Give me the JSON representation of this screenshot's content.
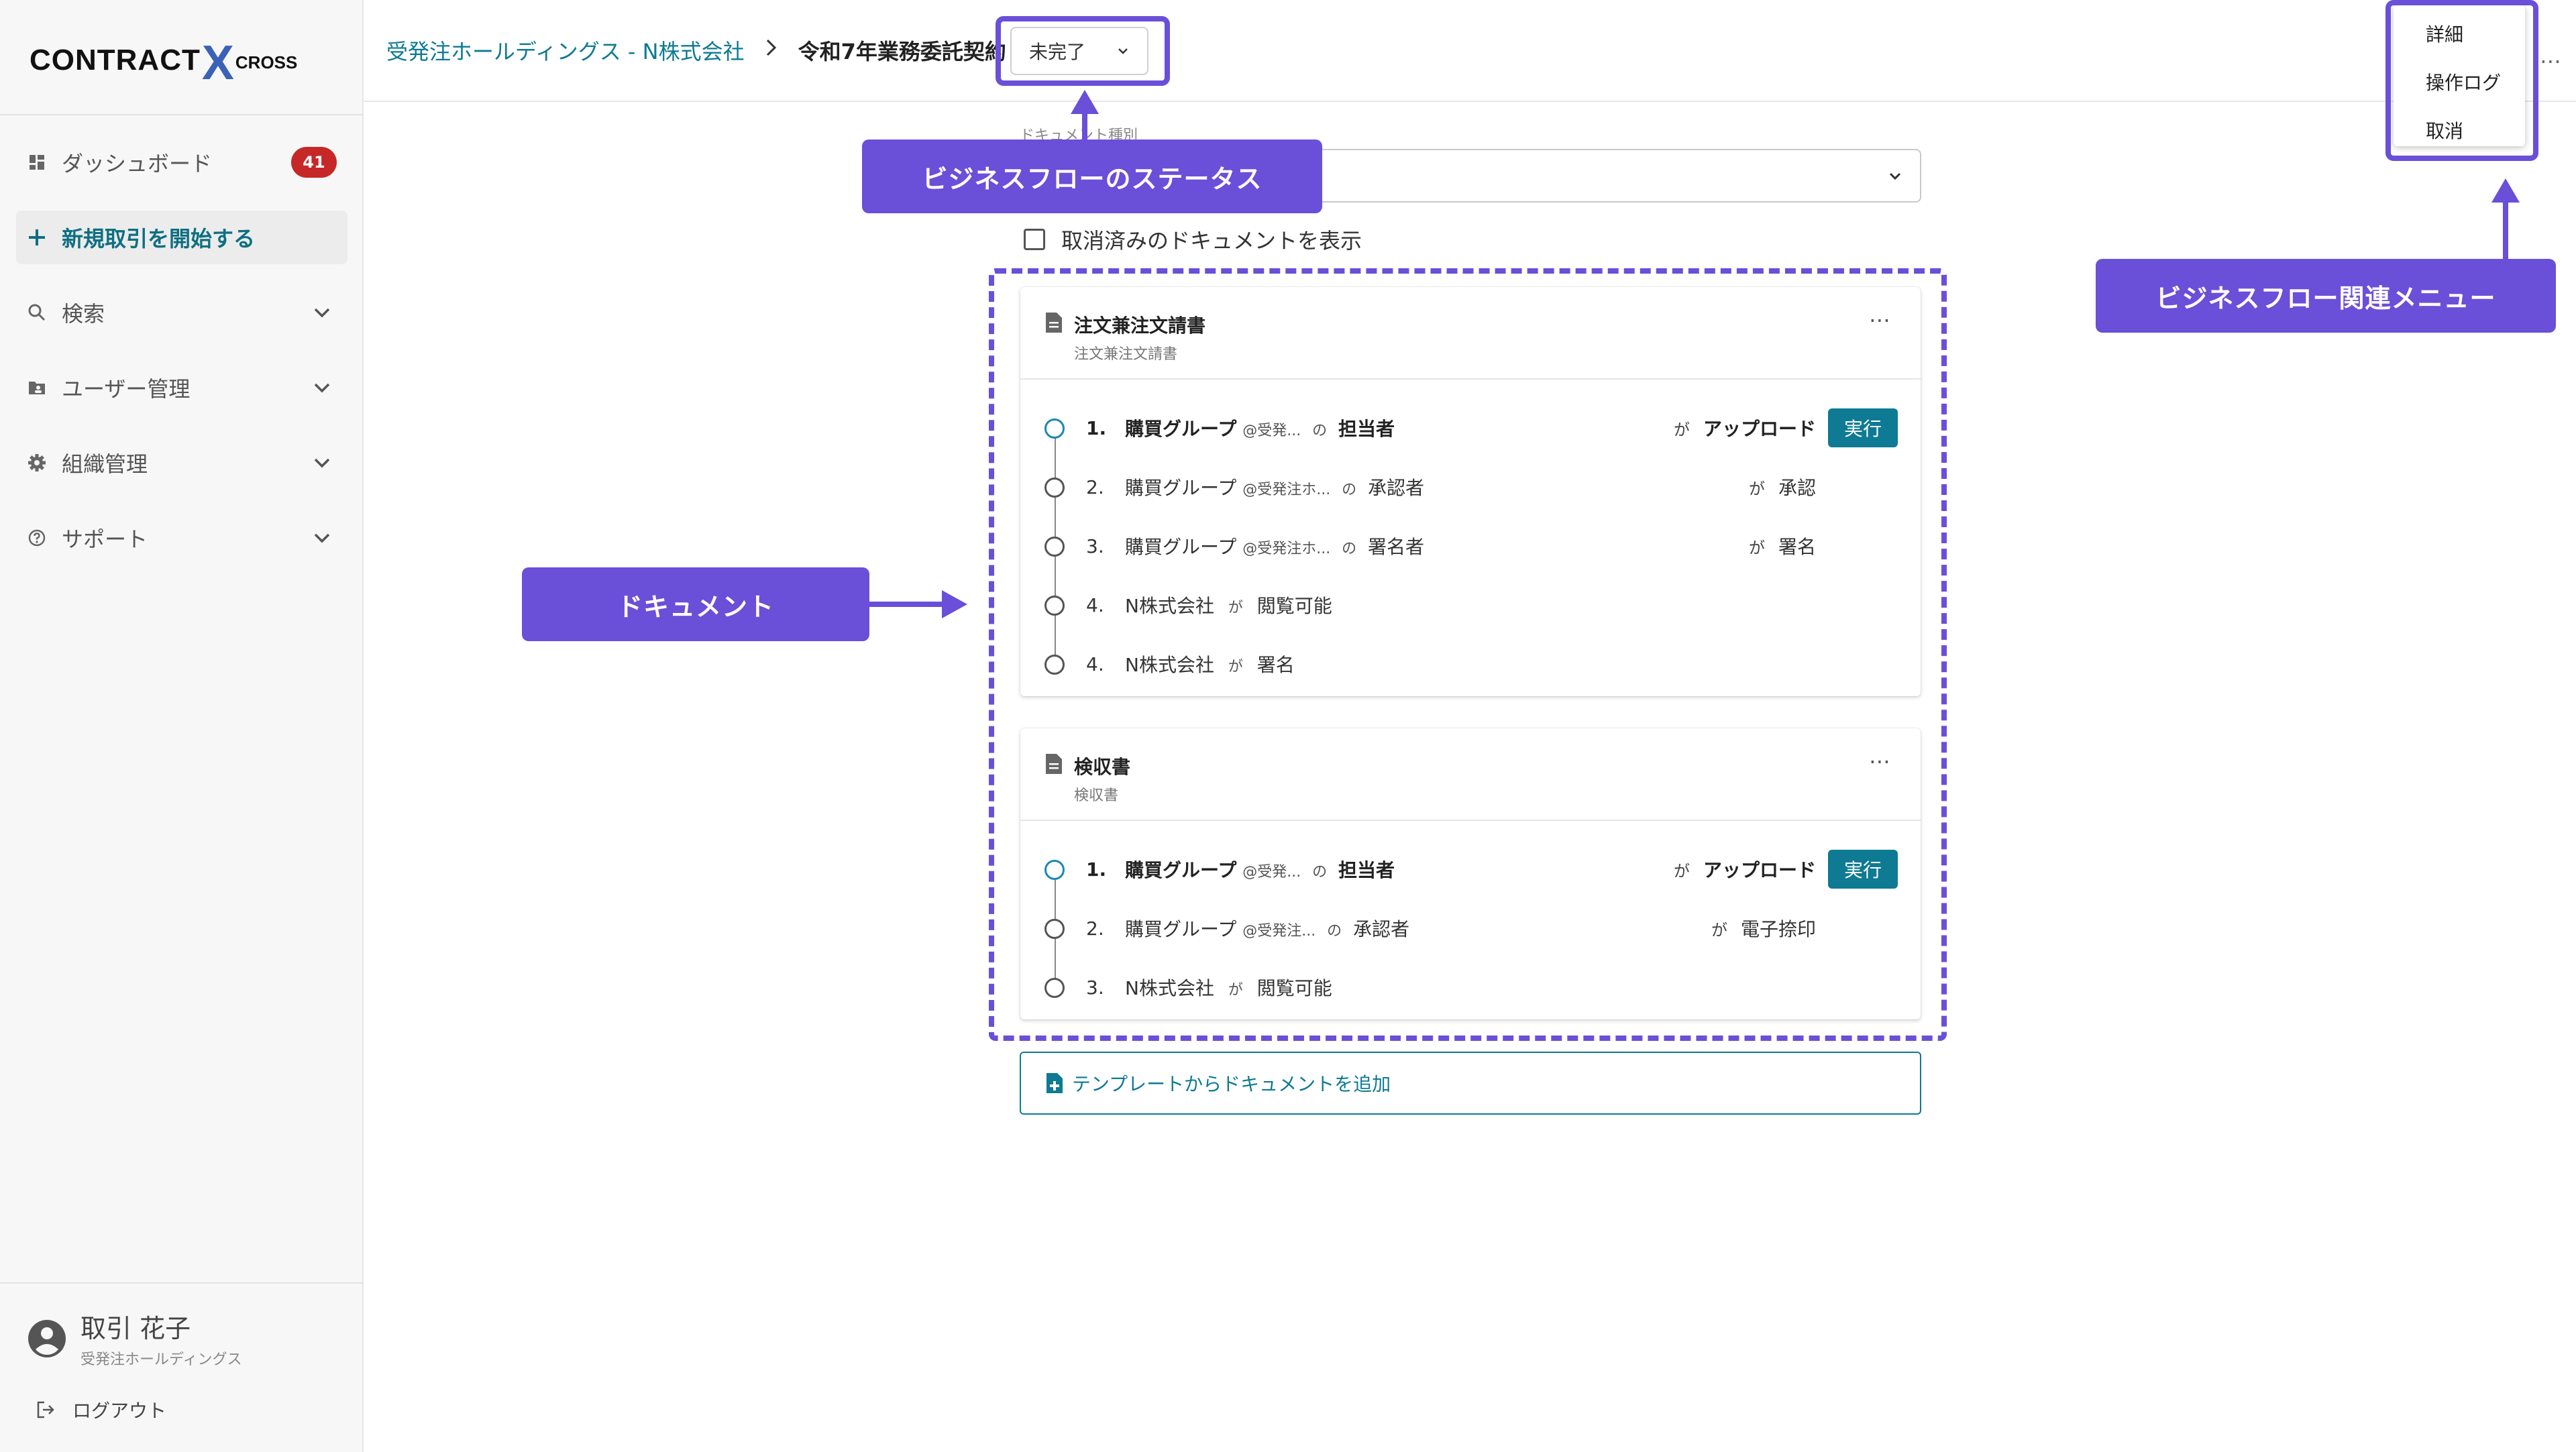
{
  "sidebar": {
    "logo": {
      "part1": "CONTRACT",
      "part2": "X",
      "part3": "CROSS"
    },
    "items": [
      {
        "label": "ダッシュボード",
        "badge": "41"
      },
      {
        "label": "新規取引を開始する"
      },
      {
        "label": "検索"
      },
      {
        "label": "ユーザー管理"
      },
      {
        "label": "組織管理"
      },
      {
        "label": "サポート"
      }
    ],
    "user": {
      "name": "取引 花子",
      "org": "受発注ホールディングス"
    },
    "logout": "ログアウト"
  },
  "header": {
    "breadcrumb_link": "受発注ホールディングス - N株式会社",
    "breadcrumb_current": "令和7年業務委託契約",
    "status": "未完了",
    "more": "⋯"
  },
  "menu": {
    "items": [
      "詳細",
      "操作ログ",
      "取消"
    ]
  },
  "main": {
    "doc_type_label": "ドキュメント種別",
    "show_cancelled": "取消済みのドキュメントを表示",
    "add_template": "テンプレートからドキュメントを追加",
    "documents": [
      {
        "title": "注文兼注文請書",
        "subtitle": "注文兼注文請書",
        "more": "⋯",
        "steps": [
          {
            "num": "1.",
            "group": "購買グループ",
            "handle": "@受発...",
            "no": "の",
            "role": "担当者",
            "ga": "が",
            "action": "アップロード",
            "button": "実行"
          },
          {
            "num": "2.",
            "group": "購買グループ",
            "handle": "@受発注ホ...",
            "no": "の",
            "role": "承認者",
            "ga": "が",
            "action": "承認"
          },
          {
            "num": "3.",
            "group": "購買グループ",
            "handle": "@受発注ホ...",
            "no": "の",
            "role": "署名者",
            "ga": "が",
            "action": "署名"
          },
          {
            "num": "4.",
            "company": "N株式会社",
            "ga": "が",
            "action": "閲覧可能"
          },
          {
            "num": "4.",
            "company": "N株式会社",
            "ga": "が",
            "action": "署名"
          }
        ]
      },
      {
        "title": "検収書",
        "subtitle": "検収書",
        "more": "⋯",
        "steps": [
          {
            "num": "1.",
            "group": "購買グループ",
            "handle": "@受発...",
            "no": "の",
            "role": "担当者",
            "ga": "が",
            "action": "アップロード",
            "button": "実行"
          },
          {
            "num": "2.",
            "group": "購買グループ",
            "handle": "@受発注...",
            "no": "の",
            "role": "承認者",
            "ga": "が",
            "action": "電子捺印"
          },
          {
            "num": "3.",
            "company": "N株式会社",
            "ga": "が",
            "action": "閲覧可能"
          }
        ]
      }
    ]
  },
  "annotations": {
    "status_callout": "ビジネスフローのステータス",
    "menu_callout": "ビジネスフロー関連メニュー",
    "document_callout": "ドキュメント"
  },
  "colors": {
    "accent": "#6a4fd8",
    "teal": "#0e7a93",
    "badge": "#c62828"
  }
}
